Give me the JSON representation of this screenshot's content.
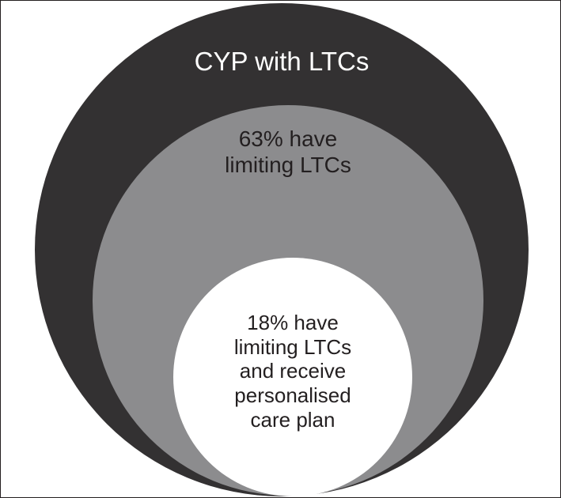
{
  "diagram": {
    "outer": {
      "label": "CYP with LTCs",
      "fill": "#333132",
      "text_color": "#ffffff"
    },
    "middle": {
      "lines": [
        "63% have",
        "limiting LTCs"
      ],
      "fill": "#8c8c8e",
      "text_color": "#231f20"
    },
    "inner": {
      "lines": [
        "18% have",
        "limiting LTCs",
        "and receive",
        "personalised",
        "care plan"
      ],
      "fill": "#ffffff",
      "text_color": "#231f20"
    }
  }
}
